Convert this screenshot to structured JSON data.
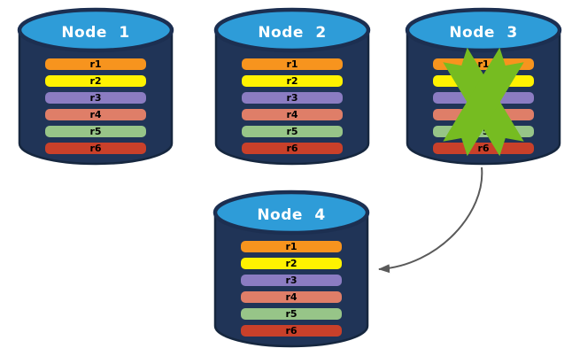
{
  "diagram": {
    "nodes": [
      {
        "label": "Node 1",
        "status": "healthy"
      },
      {
        "label": "Node 2",
        "status": "healthy"
      },
      {
        "label": "Node 3",
        "status": "failed"
      },
      {
        "label": "Node 4",
        "status": "healthy"
      }
    ],
    "replicas": [
      {
        "label": "r1",
        "color": "#F7941E"
      },
      {
        "label": "r2",
        "color": "#FFF200"
      },
      {
        "label": "r3",
        "color": "#8B7CC2"
      },
      {
        "label": "r4",
        "color": "#DF7E68"
      },
      {
        "label": "r5",
        "color": "#97C588"
      },
      {
        "label": "r6",
        "color": "#C9402A"
      }
    ],
    "arrow": {
      "from": "Node 3",
      "to": "Node 4",
      "color": "#5A5A5A"
    },
    "colors": {
      "cylinder_body": "#203457",
      "cylinder_outline": "#16273F",
      "cylinder_top": "#2E9CD8",
      "cylinder_top_border": "#1C2F51",
      "failure_x": "#76BC21",
      "node_label_text": "#FFFFFF",
      "replica_label_text": "#000000"
    }
  }
}
